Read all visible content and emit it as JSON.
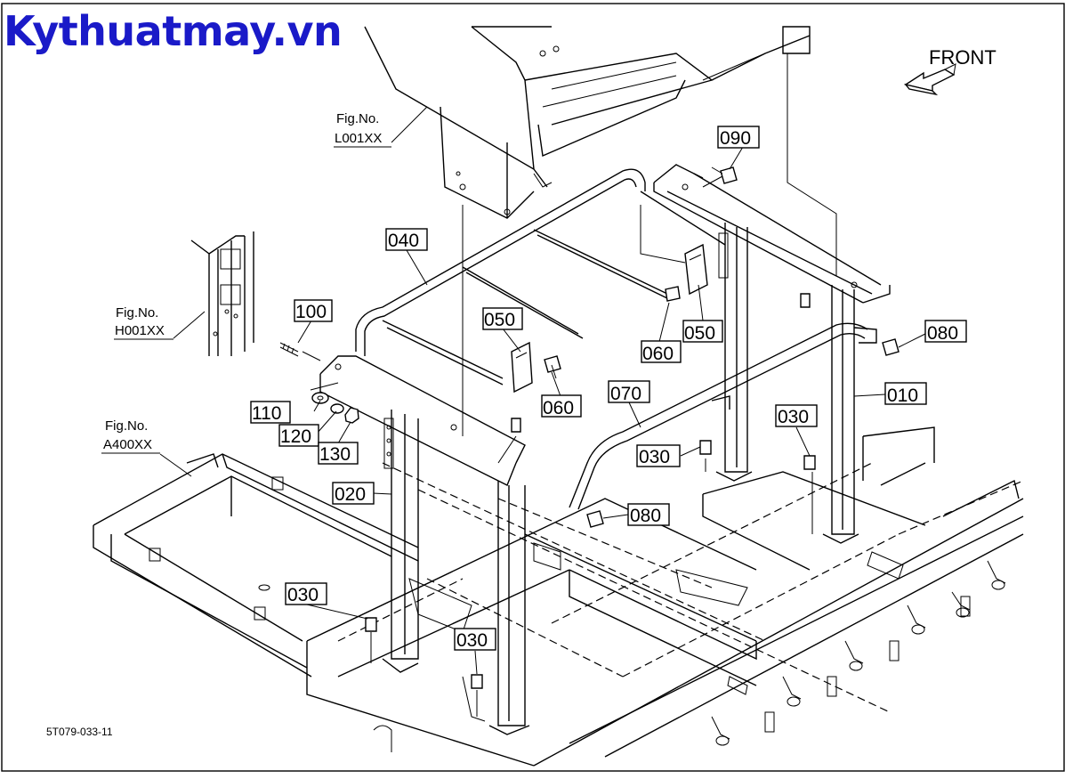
{
  "watermark": "Kythuatmay.vn",
  "front_label": "FRONT",
  "drawing_number": "5T079-033-11",
  "figure_refs": [
    {
      "line1": "Fig.No.",
      "line2": "L001XX"
    },
    {
      "line1": "Fig.No.",
      "line2": "H001XX"
    },
    {
      "line1": "Fig.No.",
      "line2": "A400XX"
    }
  ],
  "callouts": [
    "090",
    "040",
    "100",
    "050",
    "050",
    "060",
    "060",
    "080",
    "010",
    "070",
    "110",
    "120",
    "130",
    "030",
    "030",
    "080",
    "020",
    "030",
    "030"
  ],
  "colors": {
    "watermark": "#1a1ac8",
    "line": "#000000",
    "background": "#ffffff"
  }
}
